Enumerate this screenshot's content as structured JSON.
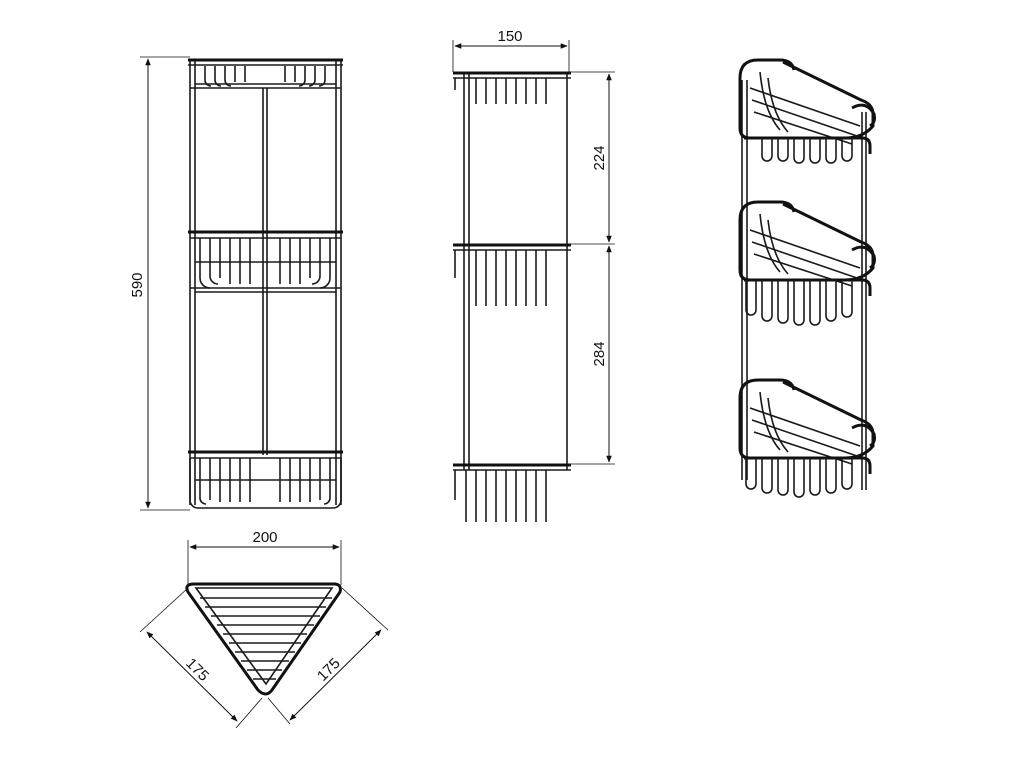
{
  "dimensions": {
    "total_height": "590",
    "depth": "150",
    "shelf_gap_upper": "224",
    "shelf_gap_lower": "284",
    "width": "200",
    "side_left": "175",
    "side_right": "175"
  },
  "colors": {
    "line": "#111111",
    "background": "#ffffff"
  }
}
